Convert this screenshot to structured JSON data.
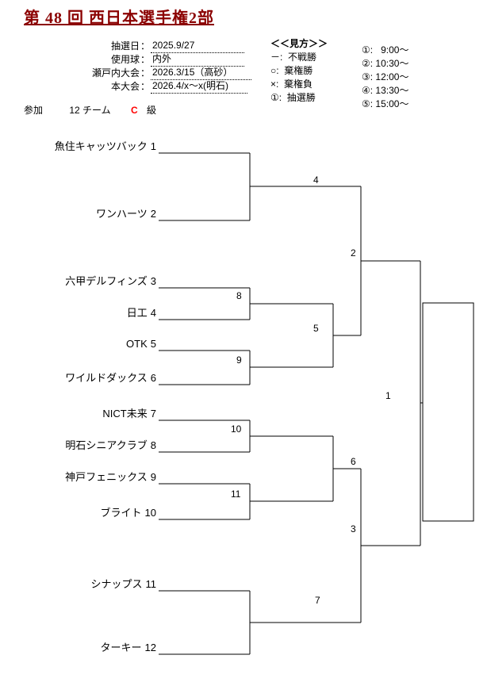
{
  "header": {
    "title": "第 48 回 西日本選手権2部"
  },
  "info": {
    "colon": "：",
    "rows": [
      {
        "label": "抽選日",
        "value": "2025.9/27"
      },
      {
        "label": "使用球",
        "value": "内外"
      },
      {
        "label": "瀬戸内大会",
        "value": "2026.3/15（高砂）"
      },
      {
        "label": "本大会",
        "value": "2026.4/x～x(明石)"
      }
    ]
  },
  "legend": {
    "heading": "＜＜見方＞＞",
    "items": [
      "－:  不戦勝",
      "○:  棄権勝",
      "×:  棄権負",
      "①:  抽選勝"
    ]
  },
  "times": [
    "①:   9:00～",
    "②: 10:30～",
    "③: 12:00～",
    "④: 13:30～",
    "⑤: 15:00～"
  ],
  "participation": {
    "label": "参加",
    "count": "12 チーム",
    "class_letter": "C",
    "class_suffix": "級"
  },
  "bracket": {
    "teams": [
      {
        "name": "魚住キャッツバック",
        "seed": "1"
      },
      {
        "name": "ワンハーツ",
        "seed": "2"
      },
      {
        "name": "六甲デルフィンズ",
        "seed": "3"
      },
      {
        "name": "日工",
        "seed": "4"
      },
      {
        "name": "OTK",
        "seed": "5"
      },
      {
        "name": "ワイルドダックス",
        "seed": "6"
      },
      {
        "name": "NICT未来",
        "seed": "7"
      },
      {
        "name": "明石シニアクラブ",
        "seed": "8"
      },
      {
        "name": "神戸フェニックス",
        "seed": "9"
      },
      {
        "name": "ブライト",
        "seed": "10"
      },
      {
        "name": "シナップス",
        "seed": "11"
      },
      {
        "name": "ターキー",
        "seed": "12"
      }
    ],
    "match_numbers": [
      "1",
      "2",
      "3",
      "4",
      "5",
      "6",
      "7",
      "8",
      "9",
      "10",
      "11"
    ],
    "rounds": {
      "first_round": [
        "8",
        "9",
        "10",
        "11"
      ],
      "quarterfinals": [
        "4",
        "5",
        "6",
        "7"
      ],
      "semifinals": [
        "2",
        "3"
      ],
      "final": [
        "1"
      ]
    }
  },
  "colors": {
    "title": "#8b0000",
    "class_letter": "#ff0000"
  }
}
